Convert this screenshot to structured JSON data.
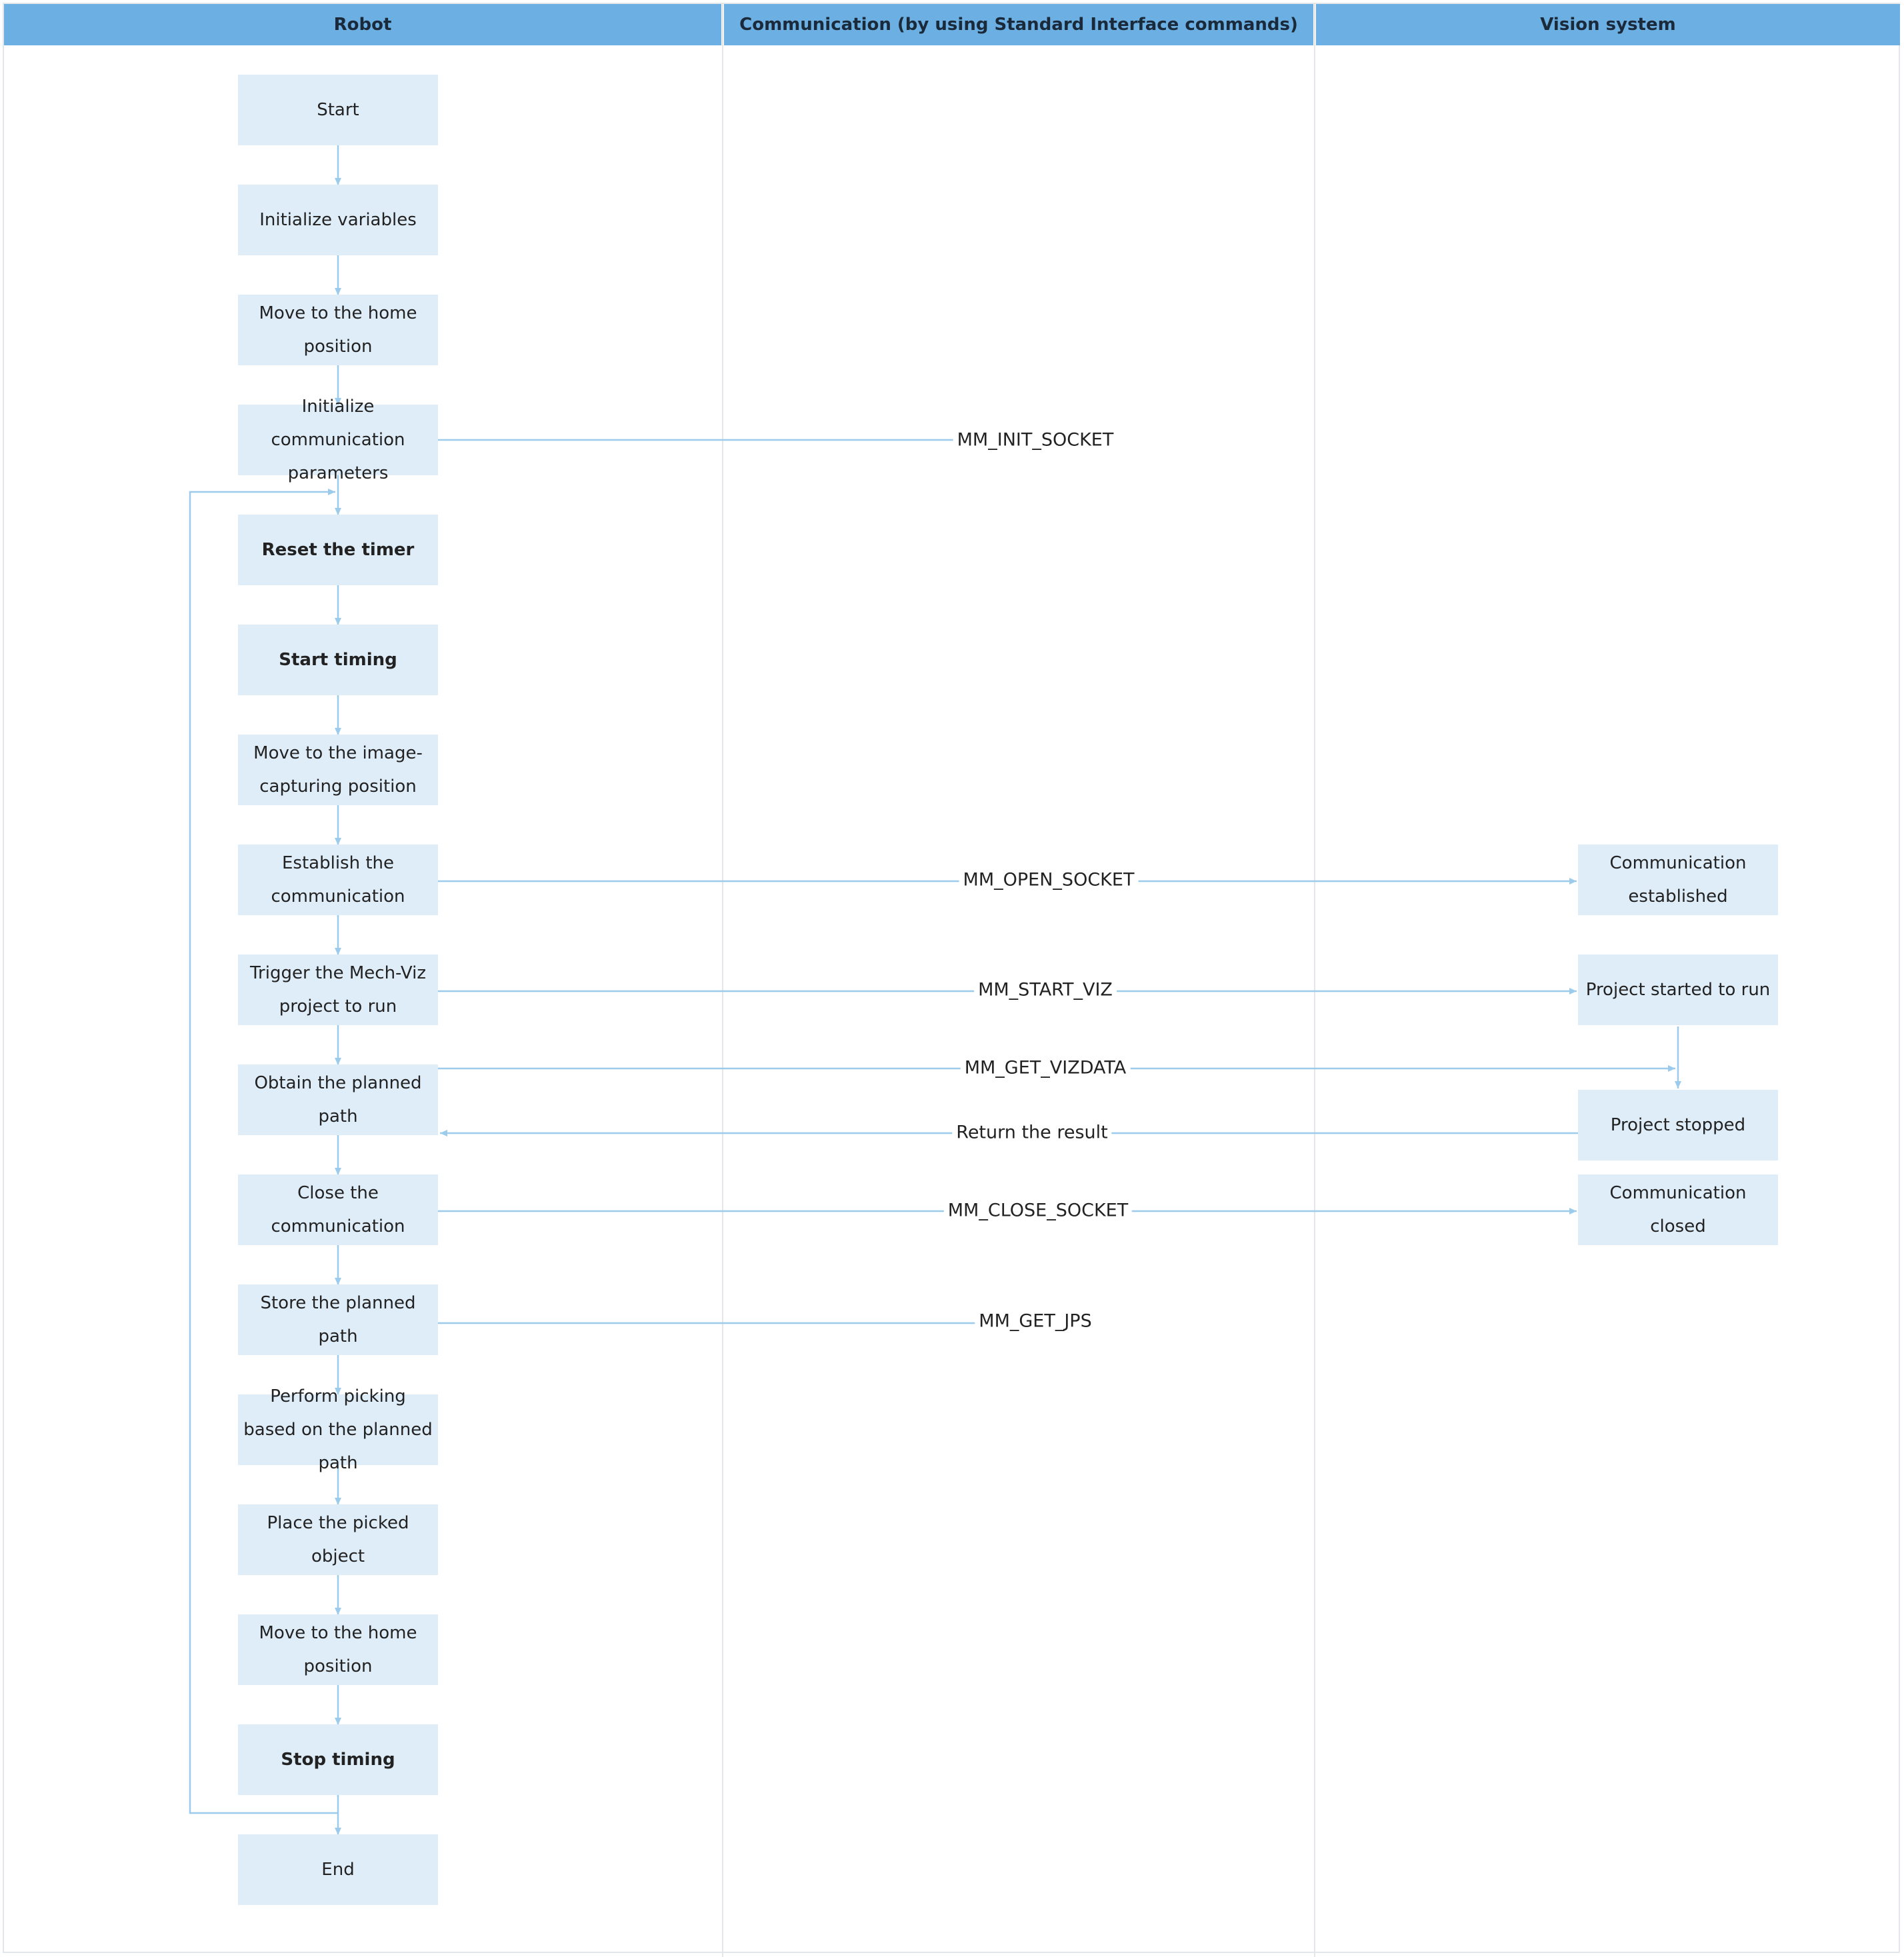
{
  "lanes": [
    {
      "title": "Robot"
    },
    {
      "title": "Communication (by using Standard Interface commands)"
    },
    {
      "title": "Vision system"
    }
  ],
  "robot_steps": [
    {
      "label": "Start"
    },
    {
      "label": "Initialize variables"
    },
    {
      "label": "Move to the home position"
    },
    {
      "label": "Initialize communication parameters"
    },
    {
      "label": "Reset the timer"
    },
    {
      "label": "Start timing"
    },
    {
      "label": "Move to the image-capturing position"
    },
    {
      "label": "Establish the communication"
    },
    {
      "label": "Trigger the Mech-Viz project to run"
    },
    {
      "label": "Obtain the planned path"
    },
    {
      "label": "Close the communication"
    },
    {
      "label": "Store the planned path"
    },
    {
      "label": "Perform picking based on the planned path"
    },
    {
      "label": "Place the picked object"
    },
    {
      "label": "Move to the home position"
    },
    {
      "label": "Stop timing"
    },
    {
      "label": "End"
    }
  ],
  "vision_steps": [
    {
      "label": "Communication established"
    },
    {
      "label": "Project started to run"
    },
    {
      "label": "Project stopped"
    },
    {
      "label": "Communication closed"
    }
  ],
  "messages": [
    {
      "label": "MM_INIT_SOCKET"
    },
    {
      "label": "MM_OPEN_SOCKET"
    },
    {
      "label": "MM_START_VIZ"
    },
    {
      "label": "MM_GET_VIZDATA"
    },
    {
      "label": "Return the result"
    },
    {
      "label": "MM_CLOSE_SOCKET"
    },
    {
      "label": "MM_GET_JPS"
    }
  ],
  "colors": {
    "header": "#6cb0e3",
    "box": "#dfedf9",
    "line": "#9ccbec",
    "divider": "#e3e6ea"
  }
}
